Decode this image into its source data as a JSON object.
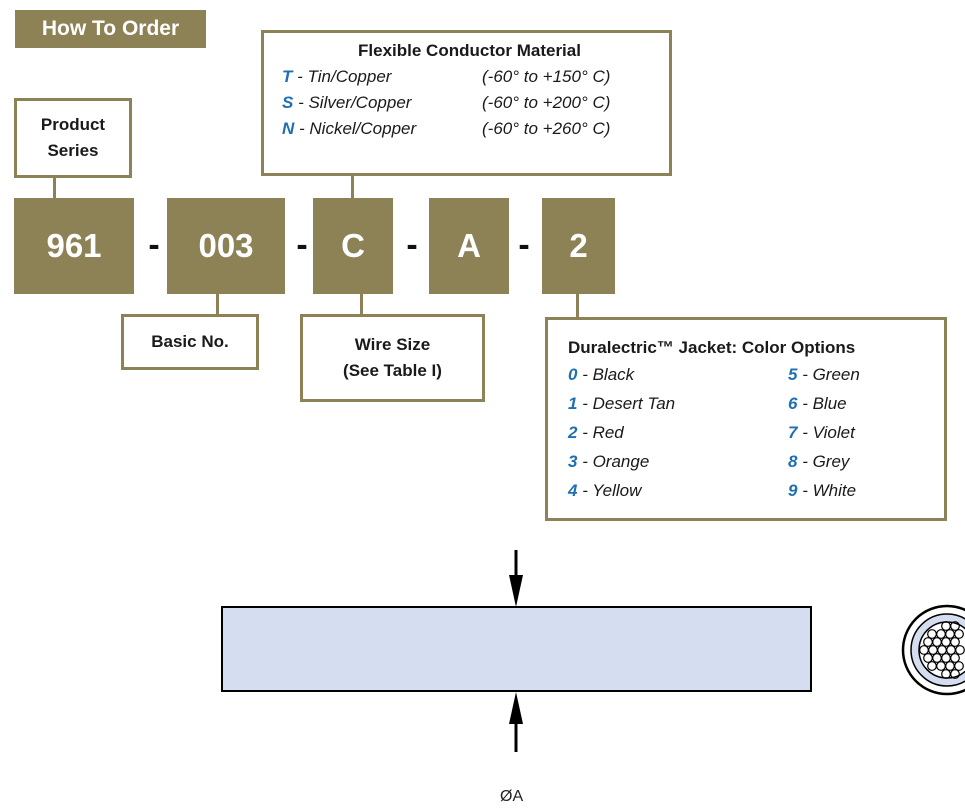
{
  "header": {
    "title": "How To Order"
  },
  "part_number": {
    "segments": [
      "961",
      "003",
      "C",
      "A",
      "2"
    ],
    "separator": "-"
  },
  "labels": {
    "product_series": [
      "Product",
      "Series"
    ],
    "basic_no": "Basic No.",
    "wire_size": [
      "Wire Size",
      "(See Table I)"
    ]
  },
  "conductor": {
    "title": "Flexible Conductor Material",
    "options": [
      {
        "code": "T",
        "name": " - Tin/Copper",
        "range": "(-60° to +150° C)"
      },
      {
        "code": "S",
        "name": " - Silver/Copper",
        "range": "(-60° to +200° C)"
      },
      {
        "code": "N",
        "name": " - Nickel/Copper",
        "range": "(-60° to +260° C)"
      }
    ]
  },
  "jacket": {
    "title": "Duralectric™ Jacket: Color Options",
    "left": [
      {
        "code": "0",
        "name": " - Black"
      },
      {
        "code": "1",
        "name": " - Desert Tan"
      },
      {
        "code": "2",
        "name": " - Red"
      },
      {
        "code": "3",
        "name": " - Orange"
      },
      {
        "code": "4",
        "name": " - Yellow"
      }
    ],
    "right": [
      {
        "code": "5",
        "name": " - Green"
      },
      {
        "code": "6",
        "name": " - Blue"
      },
      {
        "code": "7",
        "name": " - Violet"
      },
      {
        "code": "8",
        "name": " - Grey"
      },
      {
        "code": "9",
        "name": " - White"
      }
    ]
  },
  "drawing": {
    "dimension_label": "ØA"
  },
  "colors": {
    "accent": "#8d8255",
    "code_blue": "#1f6fb2",
    "wire_fill": "#d5def0"
  }
}
